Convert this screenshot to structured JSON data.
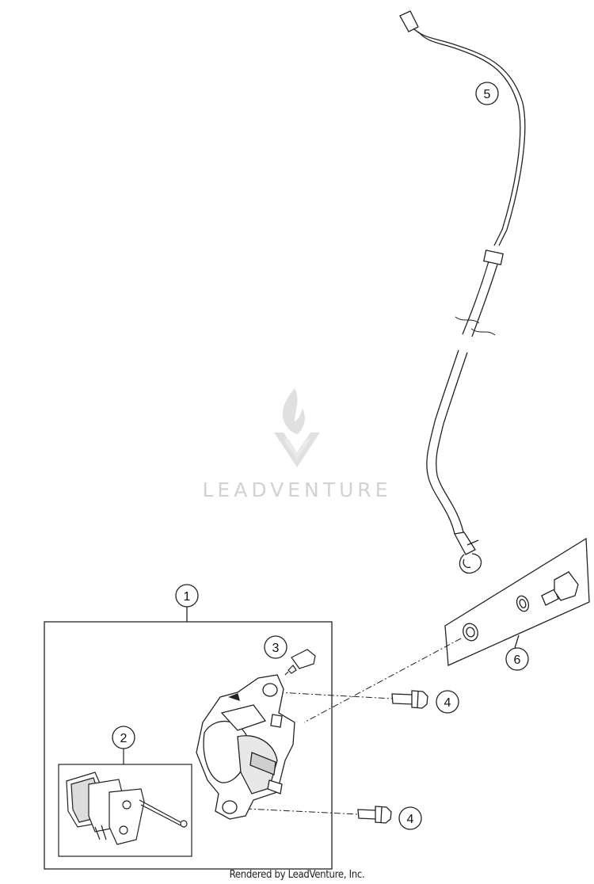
{
  "watermark": {
    "text": "LEADVENTURE"
  },
  "footer": {
    "text": "Rendered by LeadVenture, Inc."
  },
  "callouts": [
    {
      "id": "callout-1",
      "label": "1"
    },
    {
      "id": "callout-2",
      "label": "2"
    },
    {
      "id": "callout-3",
      "label": "3"
    },
    {
      "id": "callout-4a",
      "label": "4"
    },
    {
      "id": "callout-4b",
      "label": "4"
    },
    {
      "id": "callout-5",
      "label": "5"
    },
    {
      "id": "callout-6",
      "label": "6"
    }
  ],
  "colors": {
    "line": "#222222",
    "watermark": "#d2d2d2",
    "fill_gray": "#cfcfcf"
  }
}
